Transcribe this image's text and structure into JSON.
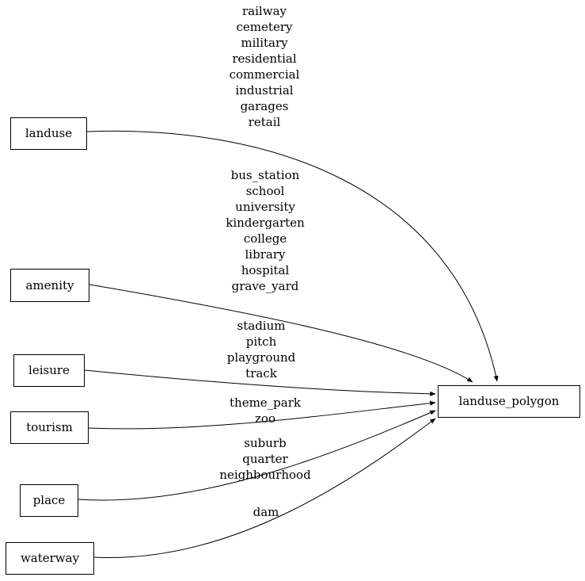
{
  "diagram": {
    "background": "#ffffff",
    "stroke_color": "#000000",
    "nodes": {
      "landuse": {
        "label": "landuse"
      },
      "amenity": {
        "label": "amenity"
      },
      "leisure": {
        "label": "leisure"
      },
      "tourism": {
        "label": "tourism"
      },
      "place": {
        "label": "place"
      },
      "waterway": {
        "label": "waterway"
      },
      "landuse_polygon": {
        "label": "landuse_polygon"
      }
    },
    "edges": [
      {
        "from": "landuse",
        "to": "landuse_polygon",
        "label": "railway\ncemetery\nmilitary\nresidential\ncommercial\nindustrial\ngarages\nretail"
      },
      {
        "from": "amenity",
        "to": "landuse_polygon",
        "label": "bus_station\nschool\nuniversity\nkindergarten\ncollege\nlibrary\nhospital\ngrave_yard"
      },
      {
        "from": "leisure",
        "to": "landuse_polygon",
        "label": "stadium\npitch\nplayground\ntrack"
      },
      {
        "from": "tourism",
        "to": "landuse_polygon",
        "label": "theme_park\nzoo"
      },
      {
        "from": "place",
        "to": "landuse_polygon",
        "label": "suburb\nquarter\nneighbourhood"
      },
      {
        "from": "waterway",
        "to": "landuse_polygon",
        "label": "dam"
      }
    ]
  }
}
